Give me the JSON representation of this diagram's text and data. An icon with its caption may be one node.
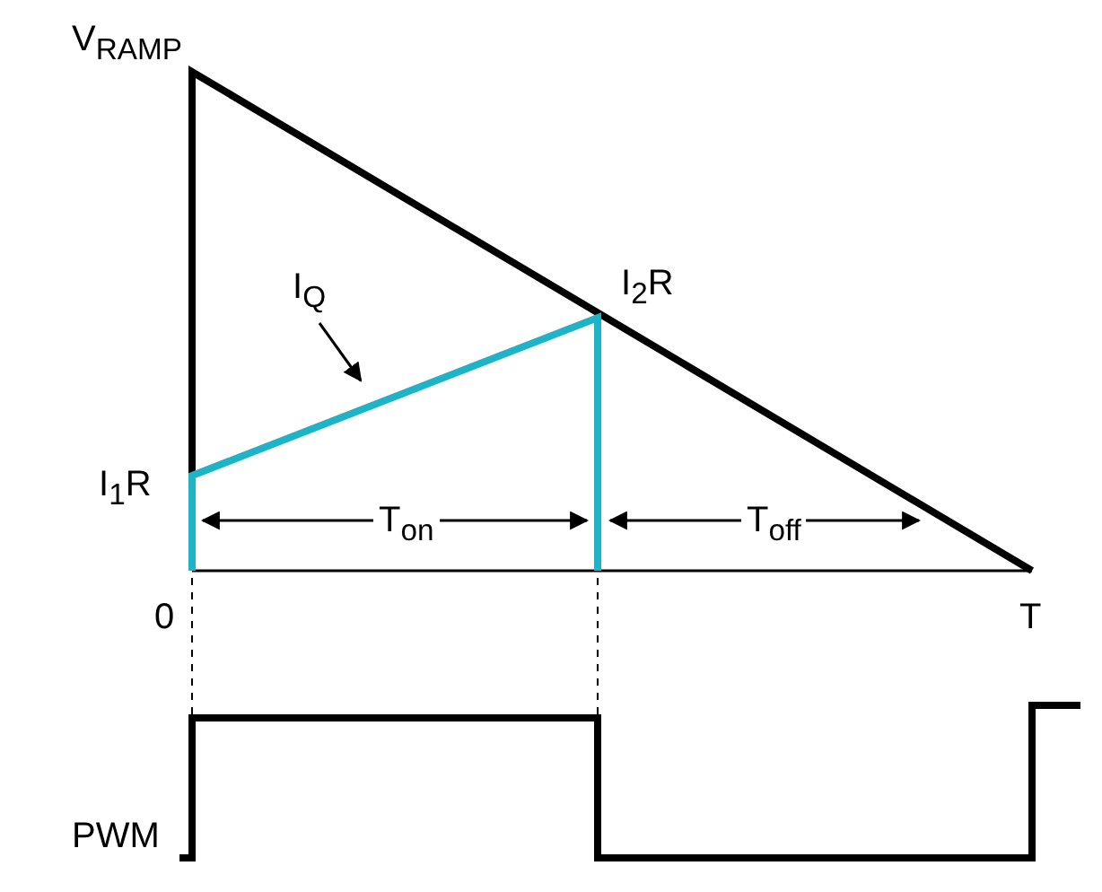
{
  "diagram": {
    "nodes": [
      {
        "text": [
          "I$_{Q}$"
        ]
      },
      {
        "text": [],
        "shape": "line"
      }
    ],
    "edges": [
      {
        "from": 0,
        "to": 1,
        "arrow": "to"
      }
    ],
    "labels": [
      "V$_{RAMP}$",
      "I$_{2}$R",
      "I$_{1}$R",
      "T$_{on}$",
      "T$_{off}$",
      "0",
      "T",
      "PWM"
    ]
  }
}
